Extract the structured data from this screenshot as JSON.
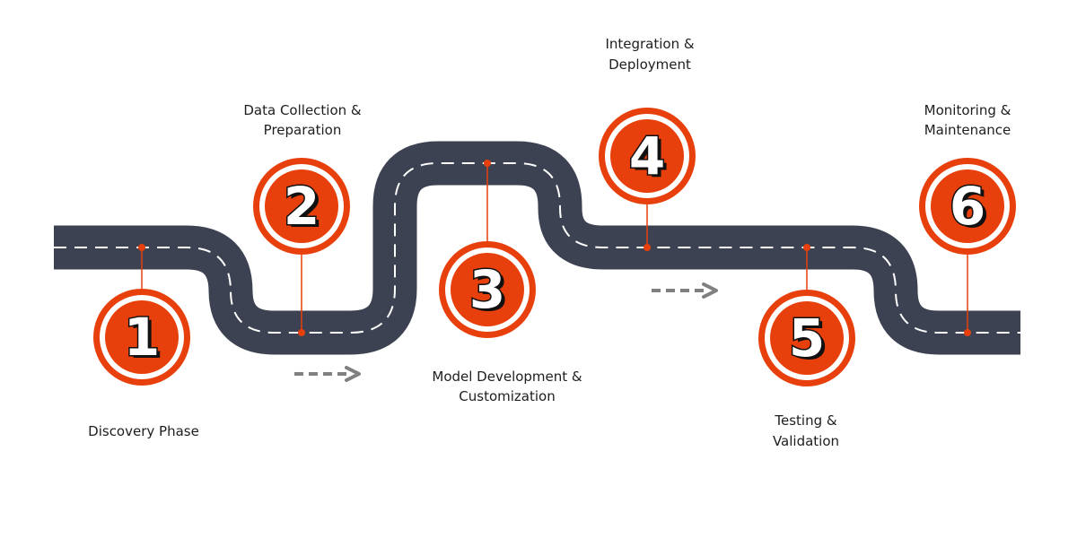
{
  "colors": {
    "road": "#3d4252",
    "road_dash": "#ffffff",
    "accent": "#e8400c",
    "connector": "#e8400c",
    "arrow": "#808080",
    "text": "#1e1e1e",
    "badge_ring_gap": "#ffffff"
  },
  "steps": [
    {
      "number": "1",
      "label_lines": [
        "Discovery Phase"
      ]
    },
    {
      "number": "2",
      "label_lines": [
        "Data Collection &",
        "Preparation"
      ]
    },
    {
      "number": "3",
      "label_lines": [
        "Model Development &",
        "Customization"
      ]
    },
    {
      "number": "4",
      "label_lines": [
        "Integration &",
        "Deployment"
      ]
    },
    {
      "number": "5",
      "label_lines": [
        "Testing &",
        "Validation"
      ]
    },
    {
      "number": "6",
      "label_lines": [
        "Monitoring &",
        "Maintenance"
      ]
    }
  ],
  "direction_arrows": [
    {
      "icon": "dashed-right-arrow-icon"
    },
    {
      "icon": "dashed-right-arrow-icon"
    }
  ]
}
